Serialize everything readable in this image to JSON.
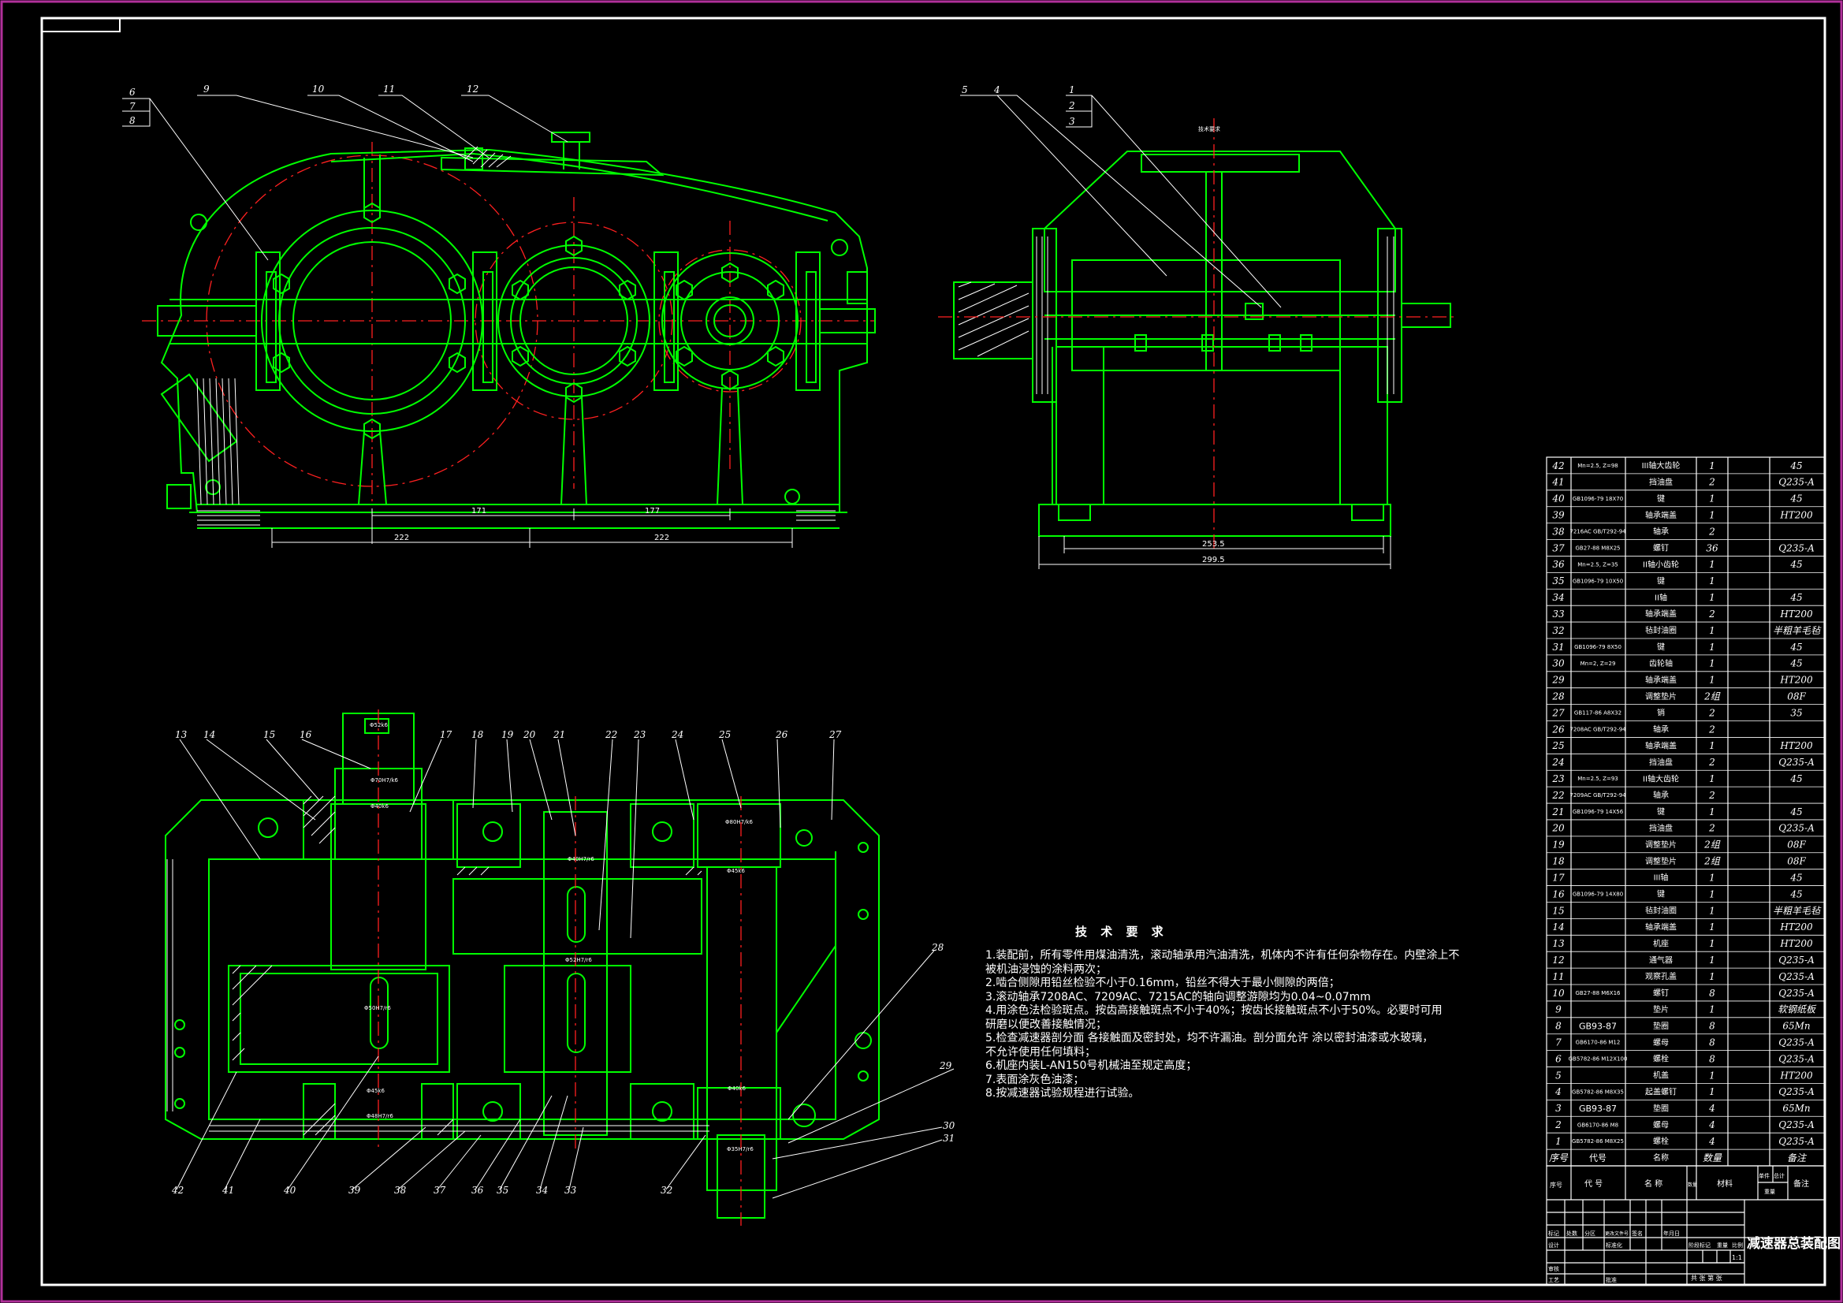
{
  "colors": {
    "background": "#000000",
    "outline": "#00ff00",
    "centerline": "#ff2020",
    "hatch": "#ffffff",
    "dimension": "#ffffff",
    "frame": "#ffffff",
    "sheet_border": "#b0309a"
  },
  "front_view": {
    "leaders": [
      "6",
      "7",
      "8",
      "9",
      "10",
      "11",
      "12"
    ],
    "dims": [
      "171",
      "177",
      "222",
      "222"
    ]
  },
  "side_view": {
    "leaders": [
      "5",
      "4",
      "1",
      "2",
      "3"
    ],
    "dims": [
      "253.5",
      "299.5"
    ],
    "top_note": "技术要求"
  },
  "plan_view": {
    "leaders_top": [
      "13",
      "14",
      "15",
      "16",
      "17",
      "18",
      "19",
      "20",
      "21",
      "22",
      "23",
      "24",
      "25",
      "26",
      "27"
    ],
    "leaders_right": [
      "28",
      "29",
      "30",
      "31"
    ],
    "leaders_bottom": [
      "42",
      "41",
      "40",
      "39",
      "38",
      "37",
      "36",
      "35",
      "34",
      "33",
      "32"
    ],
    "fits": [
      "Φ52k6",
      "Φ70H7/k6",
      "Φ40k6",
      "Φ50H7/r6",
      "Φ45k6",
      "Φ48H7/r6",
      "Φ40H7/r6",
      "Φ52H7/r6",
      "Φ80H7/k6",
      "Φ45k6",
      "Φ40k6",
      "Φ35H7/r6"
    ]
  },
  "tech_requirements": {
    "title": "技 术 要 求",
    "lines": [
      "1.装配前，所有零件用煤油清洗，滚动轴承用汽油清洗，机体内不许有任何杂物存在。内壁涂上不",
      "被机油浸蚀的涂料两次；",
      "2.啮合侧隙用铅丝检验不小于0.16mm，铅丝不得大于最小侧隙的两倍；",
      "3.滚动轴承7208AC、7209AC、7215AC的轴向调整游隙均为0.04~0.07mm",
      "4.用涂色法检验斑点。按齿高接触斑点不小于40%；按齿长接触斑点不小于50%。必要时可用",
      "研磨以便改善接触情况；",
      "5.检查减速器剖分面 各接触面及密封处，均不许漏油。剖分面允许    涂以密封油漆或水玻璃，",
      "不允许使用任何填料；",
      "6.机座内装L-AN150号机械油至规定高度；",
      "7.表面涂灰色油漆；",
      "8.按减速器试验规程进行试验。"
    ]
  },
  "parts_list": {
    "rows": [
      {
        "no": "42",
        "code": "Mn=2.5, Z=98",
        "name": "III轴大齿轮",
        "qty": "1",
        "mat": "45"
      },
      {
        "no": "41",
        "code": "",
        "name": "挡油盘",
        "qty": "2",
        "mat": "Q235-A"
      },
      {
        "no": "40",
        "code": "GB1096-79 18X70",
        "name": "键",
        "qty": "1",
        "mat": "45"
      },
      {
        "no": "39",
        "code": "",
        "name": "轴承端盖",
        "qty": "1",
        "mat": "HT200"
      },
      {
        "no": "38",
        "code": "7216AC GB/T292-94",
        "name": "轴承",
        "qty": "2",
        "mat": ""
      },
      {
        "no": "37",
        "code": "GB27-88 M8X25",
        "name": "螺钉",
        "qty": "36",
        "mat": "Q235-A"
      },
      {
        "no": "36",
        "code": "Mn=2.5, Z=35",
        "name": "II轴小齿轮",
        "qty": "1",
        "mat": "45"
      },
      {
        "no": "35",
        "code": "GB1096-79 10X50",
        "name": "键",
        "qty": "1",
        "mat": ""
      },
      {
        "no": "34",
        "code": "",
        "name": "II轴",
        "qty": "1",
        "mat": "45"
      },
      {
        "no": "33",
        "code": "",
        "name": "轴承端盖",
        "qty": "2",
        "mat": "HT200"
      },
      {
        "no": "32",
        "code": "",
        "name": "毡封油圈",
        "qty": "1",
        "mat": "半粗羊毛毡"
      },
      {
        "no": "31",
        "code": "GB1096-79 8X50",
        "name": "键",
        "qty": "1",
        "mat": "45"
      },
      {
        "no": "30",
        "code": "Mn=2, Z=29",
        "name": "齿轮轴",
        "qty": "1",
        "mat": "45"
      },
      {
        "no": "29",
        "code": "",
        "name": "轴承端盖",
        "qty": "1",
        "mat": "HT200"
      },
      {
        "no": "28",
        "code": "",
        "name": "调整垫片",
        "qty": "2组",
        "mat": "08F"
      },
      {
        "no": "27",
        "code": "GB117-86 A8X32",
        "name": "销",
        "qty": "2",
        "mat": "35"
      },
      {
        "no": "26",
        "code": "7208AC GB/T292-94",
        "name": "轴承",
        "qty": "2",
        "mat": ""
      },
      {
        "no": "25",
        "code": "",
        "name": "轴承端盖",
        "qty": "1",
        "mat": "HT200"
      },
      {
        "no": "24",
        "code": "",
        "name": "挡油盘",
        "qty": "2",
        "mat": "Q235-A"
      },
      {
        "no": "23",
        "code": "Mn=2.5, Z=93",
        "name": "II轴大齿轮",
        "qty": "1",
        "mat": "45"
      },
      {
        "no": "22",
        "code": "7209AC GB/T292-94",
        "name": "轴承",
        "qty": "2",
        "mat": ""
      },
      {
        "no": "21",
        "code": "GB1096-79 14X56",
        "name": "键",
        "qty": "1",
        "mat": "45"
      },
      {
        "no": "20",
        "code": "",
        "name": "挡油盘",
        "qty": "2",
        "mat": "Q235-A"
      },
      {
        "no": "19",
        "code": "",
        "name": "调整垫片",
        "qty": "2组",
        "mat": "08F"
      },
      {
        "no": "18",
        "code": "",
        "name": "调整垫片",
        "qty": "2组",
        "mat": "08F"
      },
      {
        "no": "17",
        "code": "",
        "name": "III轴",
        "qty": "1",
        "mat": "45"
      },
      {
        "no": "16",
        "code": "GB1096-79 14X80",
        "name": "键",
        "qty": "1",
        "mat": "45"
      },
      {
        "no": "15",
        "code": "",
        "name": "毡封油圈",
        "qty": "1",
        "mat": "半粗羊毛毡"
      },
      {
        "no": "14",
        "code": "",
        "name": "轴承端盖",
        "qty": "1",
        "mat": "HT200"
      },
      {
        "no": "13",
        "code": "",
        "name": "机座",
        "qty": "1",
        "mat": "HT200"
      },
      {
        "no": "12",
        "code": "",
        "name": "通气器",
        "qty": "1",
        "mat": "Q235-A"
      },
      {
        "no": "11",
        "code": "",
        "name": "观察孔盖",
        "qty": "1",
        "mat": "Q235-A"
      },
      {
        "no": "10",
        "code": "GB27-88 M6X16",
        "name": "螺钉",
        "qty": "8",
        "mat": "Q235-A"
      },
      {
        "no": "9",
        "code": "",
        "name": "垫片",
        "qty": "1",
        "mat": "软钢纸板"
      },
      {
        "no": "8",
        "code": "GB93-87",
        "name": "垫圈",
        "qty": "8",
        "mat": "65Mn"
      },
      {
        "no": "7",
        "code": "GB6170-86 M12",
        "name": "螺母",
        "qty": "8",
        "mat": "Q235-A"
      },
      {
        "no": "6",
        "code": "GB5782-86 M12X100",
        "name": "螺栓",
        "qty": "8",
        "mat": "Q235-A"
      },
      {
        "no": "5",
        "code": "",
        "name": "机盖",
        "qty": "1",
        "mat": "HT200"
      },
      {
        "no": "4",
        "code": "GB5782-86 M8X35",
        "name": "起盖螺钉",
        "qty": "1",
        "mat": "Q235-A"
      },
      {
        "no": "3",
        "code": "GB93-87",
        "name": "垫圈",
        "qty": "4",
        "mat": "65Mn"
      },
      {
        "no": "2",
        "code": "GB6170-86 M8",
        "name": "螺母",
        "qty": "4",
        "mat": "Q235-A"
      },
      {
        "no": "1",
        "code": "GB5782-86 M8X25",
        "name": "螺栓",
        "qty": "4",
        "mat": "Q235-A"
      }
    ],
    "header": {
      "no": "序号",
      "code": "代号",
      "name": "名称",
      "qty": "数量",
      "mat": "备注"
    }
  },
  "title_block": {
    "hdr_no": "序号",
    "hdr_code": "代  号",
    "hdr_name": "名  称",
    "hdr_qty": "数量",
    "hdr_mat": "材料",
    "hdr_wt1": "单件",
    "hdr_wt2": "总计",
    "hdr_wt3": "重量",
    "hdr_note": "备注",
    "drawing_title": "减速器总装配图",
    "r_mark": "标记",
    "r_count": "处数",
    "r_zone": "分区",
    "r_doc": "更改文件号",
    "r_sign": "签名",
    "r_date": "年月日",
    "r_design": "设计",
    "r_std": "标准化",
    "r_check": "审核",
    "r_craft": "工艺",
    "r_approve": "批准",
    "r_stage": "阶段标记",
    "r_weight": "重量",
    "r_scale": "比例",
    "scale": "1:1",
    "sheets": "共   张  第   张"
  }
}
